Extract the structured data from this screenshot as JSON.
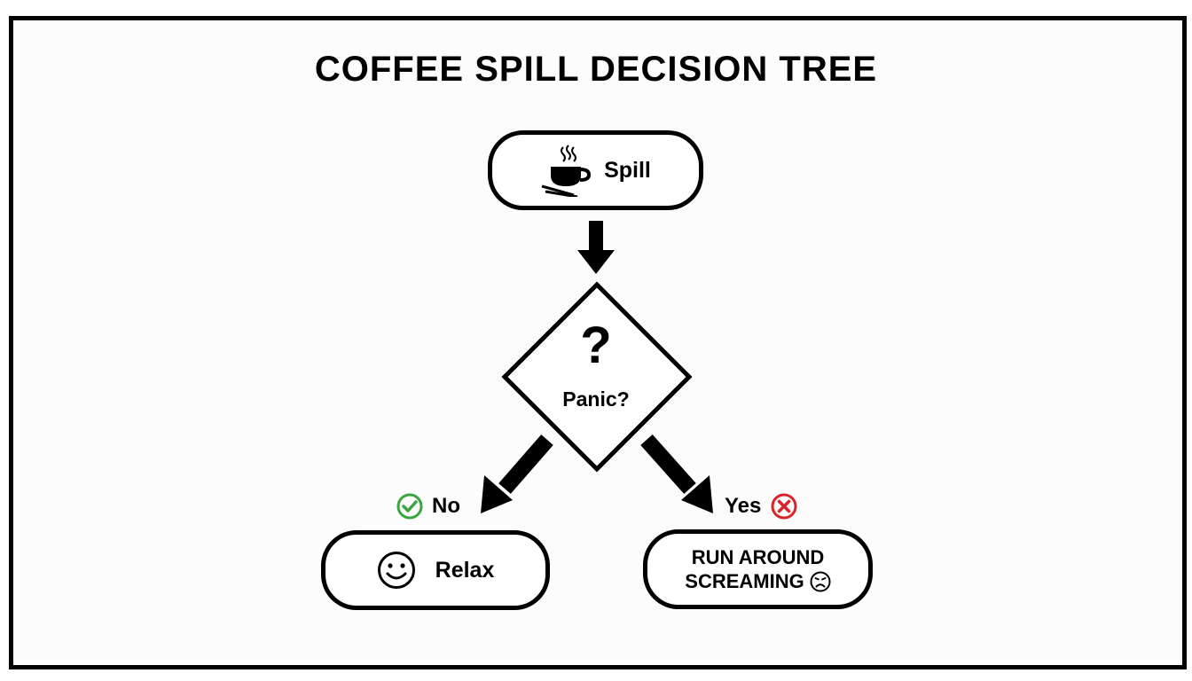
{
  "title": "COFFEE SPILL DECISION TREE",
  "nodes": {
    "start": {
      "label": "Spill",
      "icon": "coffee-cup-icon"
    },
    "decision": {
      "symbol": "?",
      "label": "Panic?"
    },
    "relax": {
      "label": "Relax",
      "icon": "smiley-face-icon"
    },
    "run": {
      "line1": "RUN AROUND",
      "line2": "SCREAMING",
      "icon": "frowning-face-icon"
    }
  },
  "branches": {
    "no": {
      "label": "No",
      "icon": "check-circle-icon",
      "color": "#3aa641"
    },
    "yes": {
      "label": "Yes",
      "icon": "x-circle-icon",
      "color": "#d9252a"
    }
  }
}
